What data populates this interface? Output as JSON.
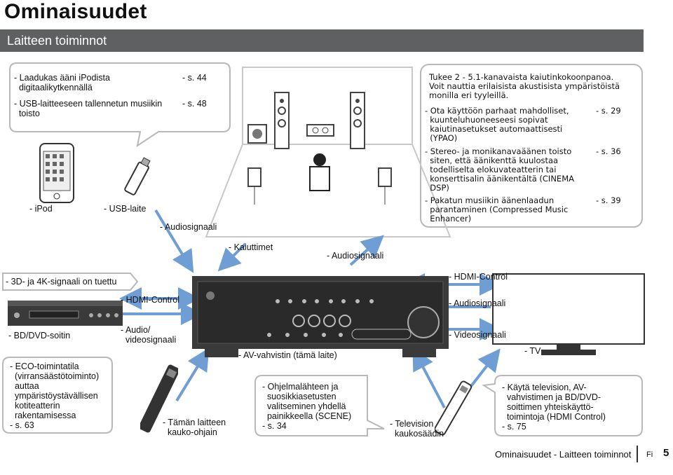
{
  "header": {
    "title": "Ominaisuudet",
    "section": "Laitteen toiminnot"
  },
  "left_bubble": {
    "items": [
      {
        "text": "- Laadukas ääni iPodista\n  digitaalikytkennällä",
        "page": "- s. 44"
      },
      {
        "text": "- USB-laitteeseen tallennetun musiikin\n  toisto",
        "page": "- s. 48"
      }
    ]
  },
  "devices": {
    "ipod": "- iPod",
    "usb": "- USB-laite",
    "audio_signal_left": "- Audiosignaali",
    "speakers": "- Kaiuttimet",
    "audio_signal_center": "- Audiosignaali"
  },
  "right_box": {
    "intro": "Tukee 2 - 5.1-kanavaista kaiutinkokoonpanoa.\nVoit nauttia erilaisista akustisista ympäristöistä\nmonilla eri tyyleillä.",
    "items": [
      {
        "text": "- Ota käyttöön parhaat mahdolliset,\n  kuunteluhuoneeseesi sopivat\n  kaiutinasetukset automaattisesti\n  (YPAO)",
        "page": "- s. 29"
      },
      {
        "text": "- Stereo- ja monikanavaäänen toisto\n  siten, että äänikenttä kuulostaa\n  todelliselta elokuvateatterin tai\n  konserttisalin äänikentältä (CINEMA\n  DSP)",
        "page": "- s. 36"
      },
      {
        "text": "- Pakatun musiikin äänenlaadun\n  parantaminen (Compressed Music\n  Enhancer)",
        "page": "- s. 39"
      }
    ]
  },
  "bd": {
    "badge": "- 3D- ja 4K-signaali on tuettu",
    "label": "- BD/DVD-soitin",
    "hdmi_control": "- HDMI-Control",
    "av_signals": "- Audio/\n  videosignaali",
    "eco": "- ECO-toimintatila\n  (virransäästötoiminto)\n  auttaa\n  ympäristöystävällisen\n  kotiteatterin\n  rakentamisessa\n- s. 63"
  },
  "receiver": {
    "label": "- AV-vahvistin (tämä laite)",
    "remote_label": "- Tämän laitteen\n  kauko-ohjain",
    "scene": "- Ohjelmalähteen ja\n  suosikkiasetusten\n  valitseminen yhdellä\n  painikkeella (SCENE)\n- s. 34"
  },
  "tv": {
    "hdmi_control": "- HDMI-Control",
    "audio_signal": "- Audiosignaali",
    "video_signal": "- Videosignaali",
    "label": "- TV",
    "remote_label": "- Television\n  kaukosäädin",
    "note": "- Käytä television, AV-\n  vahvistimen ja BD/DVD-\n  soittimen yhteiskäyttö-\n  toimintoja (HDMI Control)\n- s. 75"
  },
  "footer": {
    "text": "Ominaisuudet - Laitteen toiminnot",
    "lang": "Fi",
    "page": "5"
  },
  "colors": {
    "banner": "#5f6062",
    "arrow": "#6e9ed4",
    "outline": "#b8b8b8",
    "device": "#3a3a3a"
  }
}
